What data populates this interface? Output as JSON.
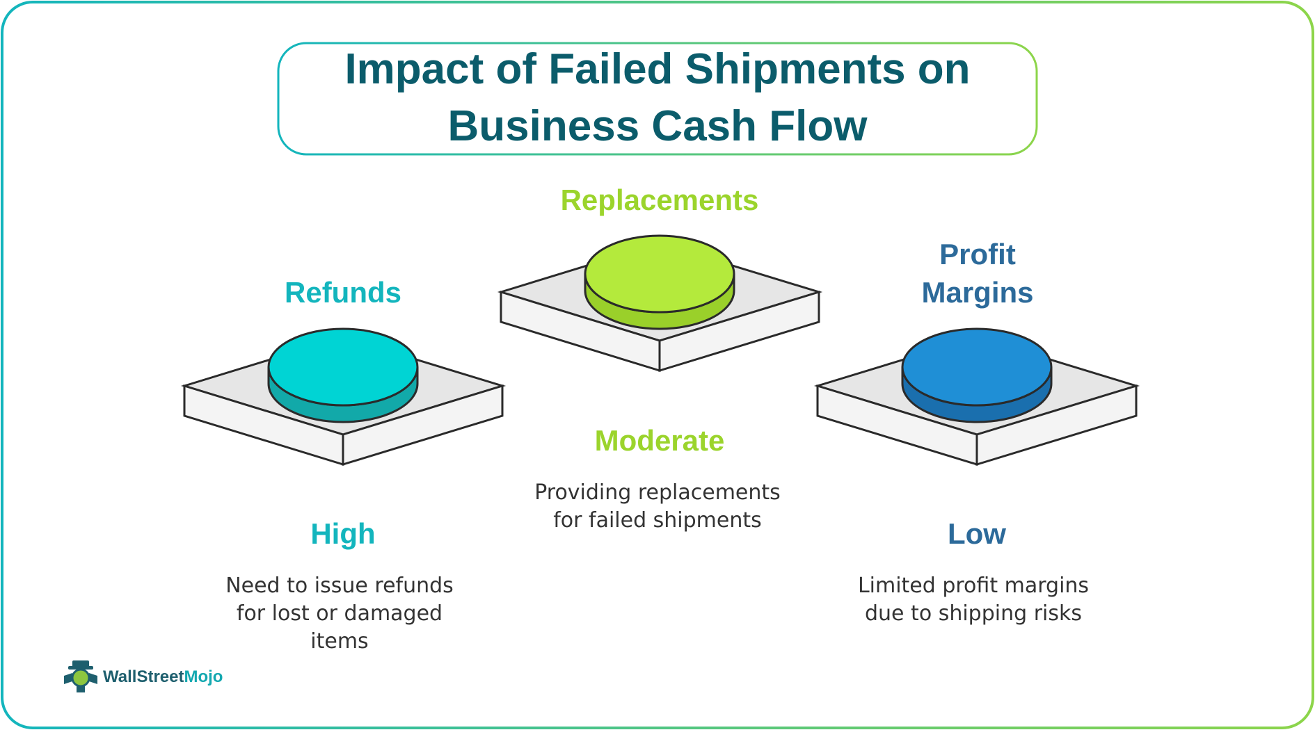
{
  "title": {
    "line1": "Impact of Failed Shipments on",
    "line2": "Business Cash Flow"
  },
  "items": [
    {
      "label_lines": [
        "Refunds"
      ],
      "level": "High",
      "description_lines": [
        "Need to issue refunds",
        "for lost or damaged",
        "items"
      ],
      "color": "#13b5bd",
      "disk_top": "#00d4d4",
      "disk_side": "#12a9a9"
    },
    {
      "label_lines": [
        "Replacements"
      ],
      "level": "Moderate",
      "description_lines": [
        "Providing replacements",
        "for failed shipments"
      ],
      "color": "#9bd42c",
      "disk_top": "#b4ea3c",
      "disk_side": "#9ad02a"
    },
    {
      "label_lines": [
        "Profit",
        "Margins"
      ],
      "level": "Low",
      "description_lines": [
        "Limited profit margins",
        "due to shipping risks"
      ],
      "color": "#2c6a9a",
      "disk_top": "#1f8fd6",
      "disk_side": "#1a6fae"
    }
  ],
  "logo": {
    "text_a": "WallStreet",
    "text_b": "Mojo",
    "icon": "mojo-mascot-icon"
  },
  "colors": {
    "border_start": "#13b5bd",
    "border_end": "#8dd54a",
    "title_text": "#0b5c6b",
    "platform_top": "#e6e6e6",
    "platform_side": "#f4f4f4",
    "outline": "#2a2a2a"
  }
}
